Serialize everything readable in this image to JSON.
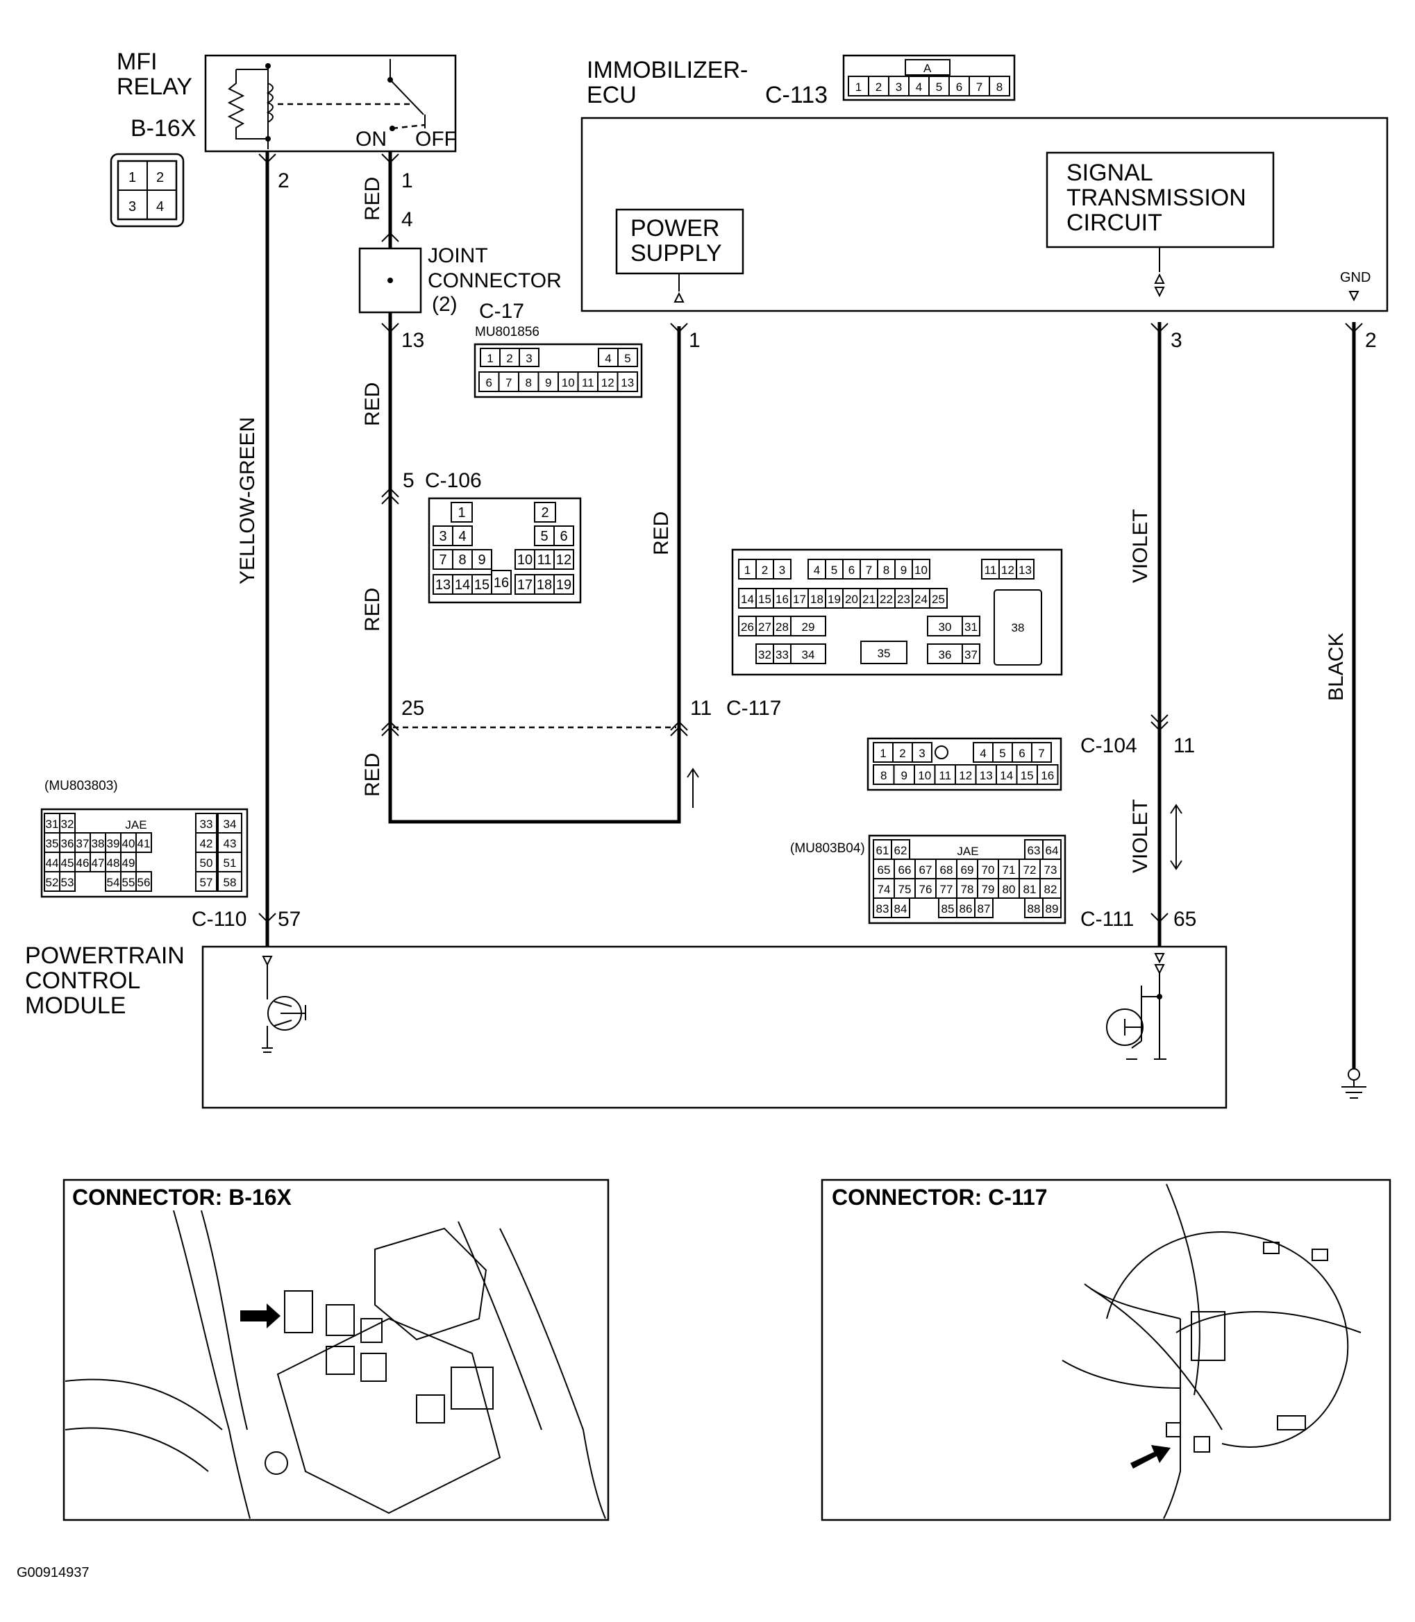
{
  "mfi_relay": {
    "title_line1": "MFI",
    "title_line2": "RELAY",
    "connector": "B-16X",
    "switch_on": "ON",
    "switch_off": "OFF",
    "pins": [
      "1",
      "2",
      "3",
      "4"
    ]
  },
  "immobilizer": {
    "title_line1": "IMMOBILIZER-",
    "title_line2": "ECU",
    "connector": "C-113",
    "connector_pins": [
      "1",
      "2",
      "3",
      "4",
      "5",
      "6",
      "7",
      "8"
    ],
    "connector_key": "A",
    "power_supply_line1": "POWER",
    "power_supply_line2": "SUPPLY",
    "signal_line1": "SIGNAL",
    "signal_line2": "TRANSMISSION",
    "signal_line3": "CIRCUIT",
    "gnd": "GND"
  },
  "joint_connector": {
    "line1": "JOINT",
    "line2": "CONNECTOR",
    "line3": "(2)",
    "connector": "C-17",
    "part_code": "MU801856",
    "pins_row1": [
      "1",
      "2",
      "3",
      "4",
      "5"
    ],
    "pins_row2": [
      "6",
      "7",
      "8",
      "9",
      "10",
      "11",
      "12",
      "13"
    ]
  },
  "connector_c106": {
    "label": "C-106",
    "pins": [
      "1",
      "2",
      "3",
      "4",
      "5",
      "6",
      "7",
      "8",
      "9",
      "10",
      "11",
      "12",
      "13",
      "14",
      "15",
      "16",
      "17",
      "18",
      "19"
    ]
  },
  "connector_c117": {
    "label": "C-117",
    "pins": [
      "1",
      "2",
      "3",
      "4",
      "5",
      "6",
      "7",
      "8",
      "9",
      "10",
      "11",
      "12",
      "13",
      "14",
      "15",
      "16",
      "17",
      "18",
      "19",
      "20",
      "21",
      "22",
      "23",
      "24",
      "25",
      "26",
      "27",
      "28",
      "29",
      "30",
      "31",
      "32",
      "33",
      "34",
      "35",
      "36",
      "37",
      "38"
    ]
  },
  "connector_c104": {
    "label": "C-104",
    "pins": [
      "1",
      "2",
      "3",
      "4",
      "5",
      "6",
      "7",
      "8",
      "9",
      "10",
      "11",
      "12",
      "13",
      "14",
      "15",
      "16"
    ]
  },
  "connector_c110": {
    "label": "C-110",
    "part_code": "(MU803803)",
    "key": "JAE",
    "pins": [
      "31",
      "32",
      "33",
      "34",
      "35",
      "36",
      "37",
      "38",
      "39",
      "40",
      "41",
      "42",
      "43",
      "44",
      "45",
      "46",
      "47",
      "48",
      "49",
      "50",
      "51",
      "52",
      "53",
      "54",
      "55",
      "56",
      "57",
      "58"
    ]
  },
  "connector_c111": {
    "label": "C-111",
    "part_code": "(MU803B04)",
    "key": "JAE",
    "pins": [
      "61",
      "62",
      "63",
      "64",
      "65",
      "66",
      "67",
      "68",
      "69",
      "70",
      "71",
      "72",
      "73",
      "74",
      "75",
      "76",
      "77",
      "78",
      "79",
      "80",
      "81",
      "82",
      "83",
      "84",
      "85",
      "86",
      "87",
      "88",
      "89"
    ]
  },
  "pcm": {
    "line1": "POWERTRAIN",
    "line2": "CONTROL",
    "line3": "MODULE"
  },
  "wire_pins": {
    "relay_out": "2",
    "relay_sw": "1",
    "joint_in": "4",
    "joint_out": "13",
    "c106_pin": "5",
    "c117_left": "25",
    "c117_right": "11",
    "immo_power": "1",
    "immo_signal": "3",
    "immo_gnd": "2",
    "c104_pin": "11",
    "c111_pin": "65",
    "c110_pin": "57"
  },
  "wire_colors": {
    "yellow_green": "YELLOW-GREEN",
    "red": "RED",
    "violet": "VIOLET",
    "black": "BLACK"
  },
  "panels": {
    "left_title": "CONNECTOR: B-16X",
    "right_title": "CONNECTOR: C-117"
  },
  "figure_id": "G00914937"
}
